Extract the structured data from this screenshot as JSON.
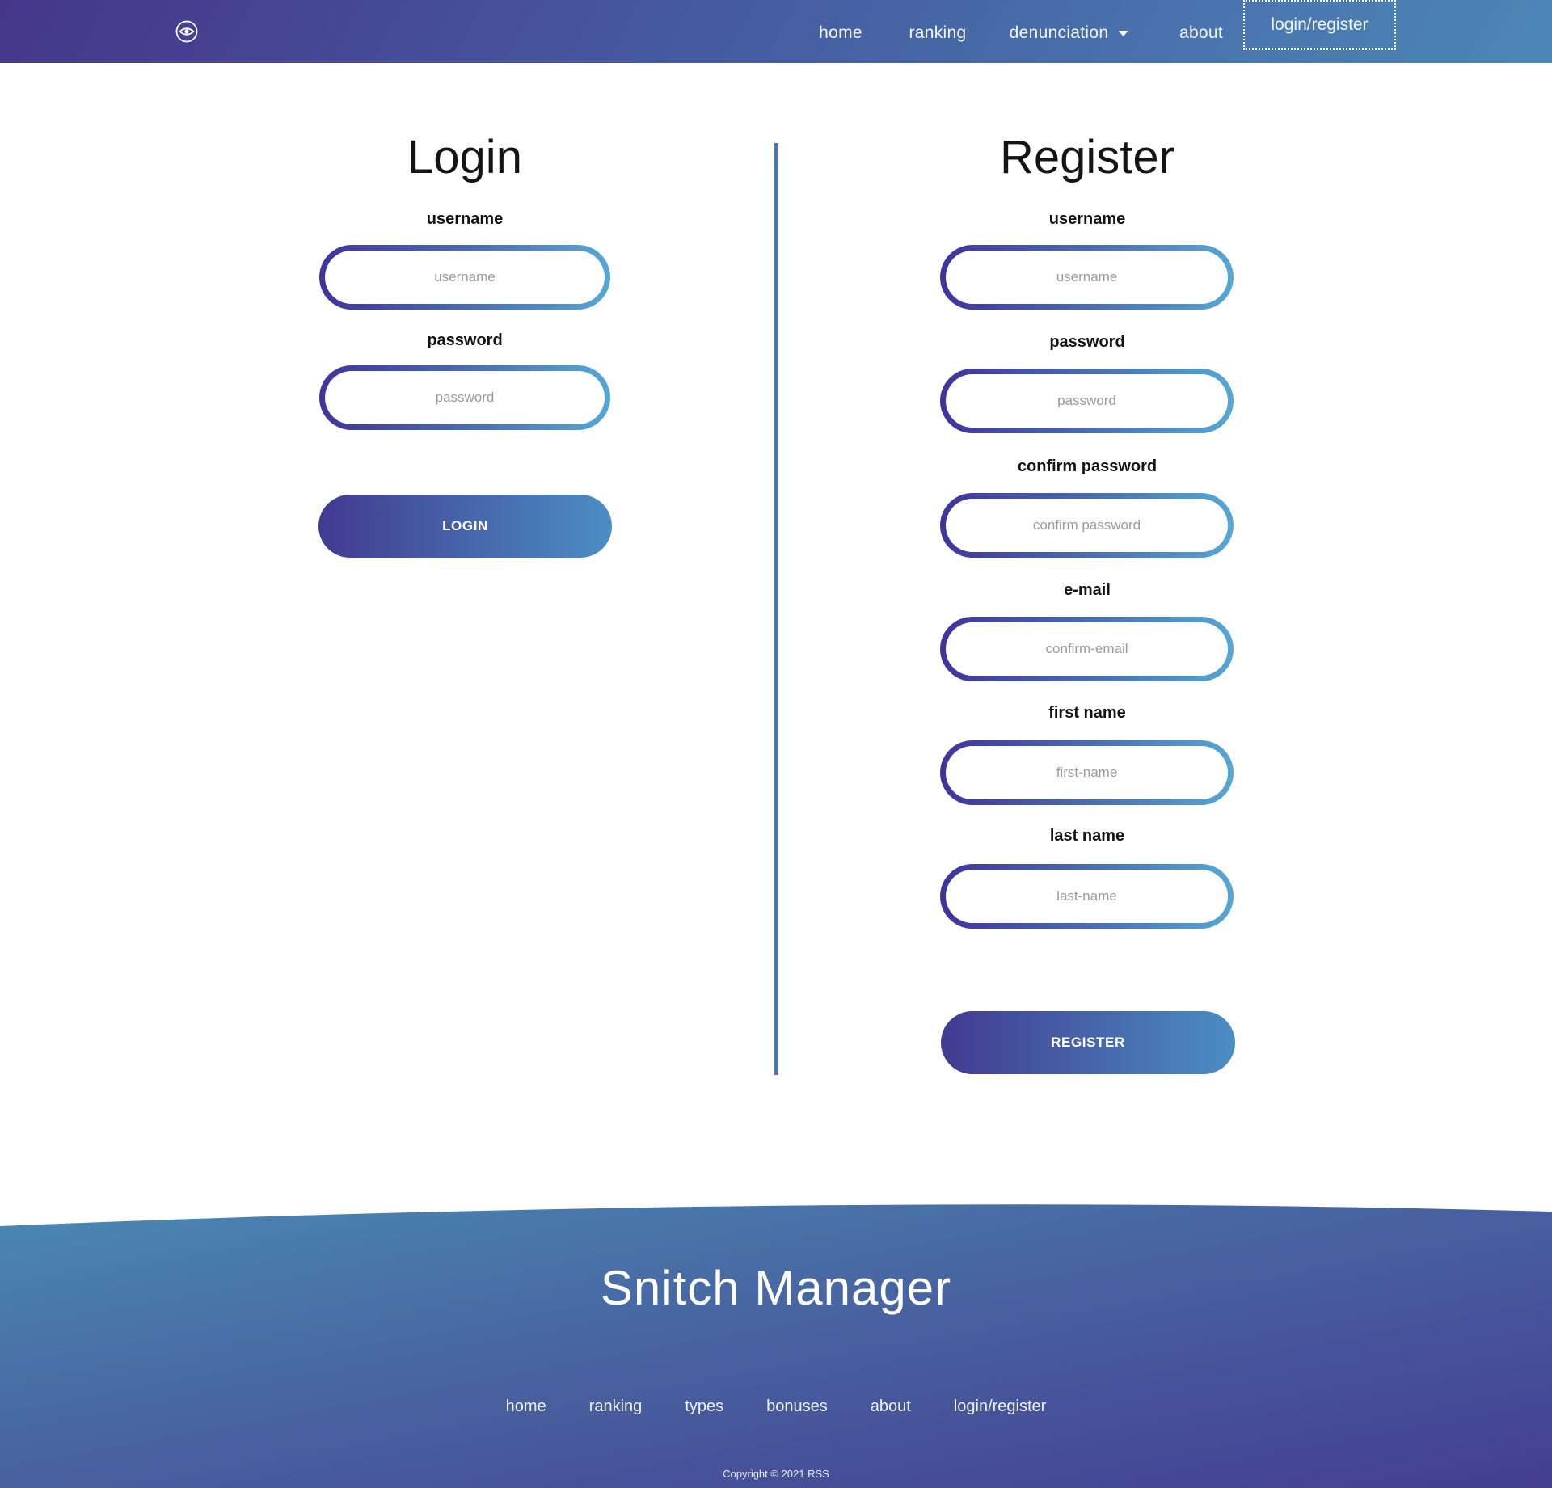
{
  "navbar": {
    "logo_icon": "eye-icon",
    "items": [
      {
        "label": "home"
      },
      {
        "label": "ranking"
      },
      {
        "label": "denunciation",
        "has_dropdown": true
      },
      {
        "label": "about"
      }
    ],
    "login_register_label": "login/register"
  },
  "login": {
    "title": "Login",
    "fields": [
      {
        "label": "username",
        "placeholder": "username",
        "value": ""
      },
      {
        "label": "password",
        "placeholder": "password",
        "value": ""
      }
    ],
    "submit_label": "LOGIN"
  },
  "register": {
    "title": "Register",
    "fields": [
      {
        "label": "username",
        "placeholder": "username",
        "value": ""
      },
      {
        "label": "password",
        "placeholder": "password",
        "value": ""
      },
      {
        "label": "confirm password",
        "placeholder": "confirm password",
        "value": ""
      },
      {
        "label": "e-mail",
        "placeholder": "confirm-email",
        "value": ""
      },
      {
        "label": "first name",
        "placeholder": "first-name",
        "value": ""
      },
      {
        "label": "last name",
        "placeholder": "last-name",
        "value": ""
      }
    ],
    "submit_label": "REGISTER"
  },
  "footer": {
    "brand": "Snitch Manager",
    "links": [
      "home",
      "ranking",
      "types",
      "bonuses",
      "about",
      "login/register"
    ],
    "copyright": "Copyright © 2021 RSS"
  },
  "colors": {
    "navbar_gradient_start": "#45368a",
    "navbar_gradient_mid": "#4660a2",
    "navbar_gradient_end": "#4c87b8",
    "input_border_start": "#3f339c",
    "input_border_mid": "#4a71b4",
    "input_border_end": "#56a8d5",
    "button_gradient_start": "#423a91",
    "button_gradient_end": "#4b8ec3",
    "footer_gradient_start": "#4a89b4",
    "footer_gradient_mid": "#48609f",
    "footer_gradient_end": "#443e92",
    "divider": "#4d74b5"
  }
}
